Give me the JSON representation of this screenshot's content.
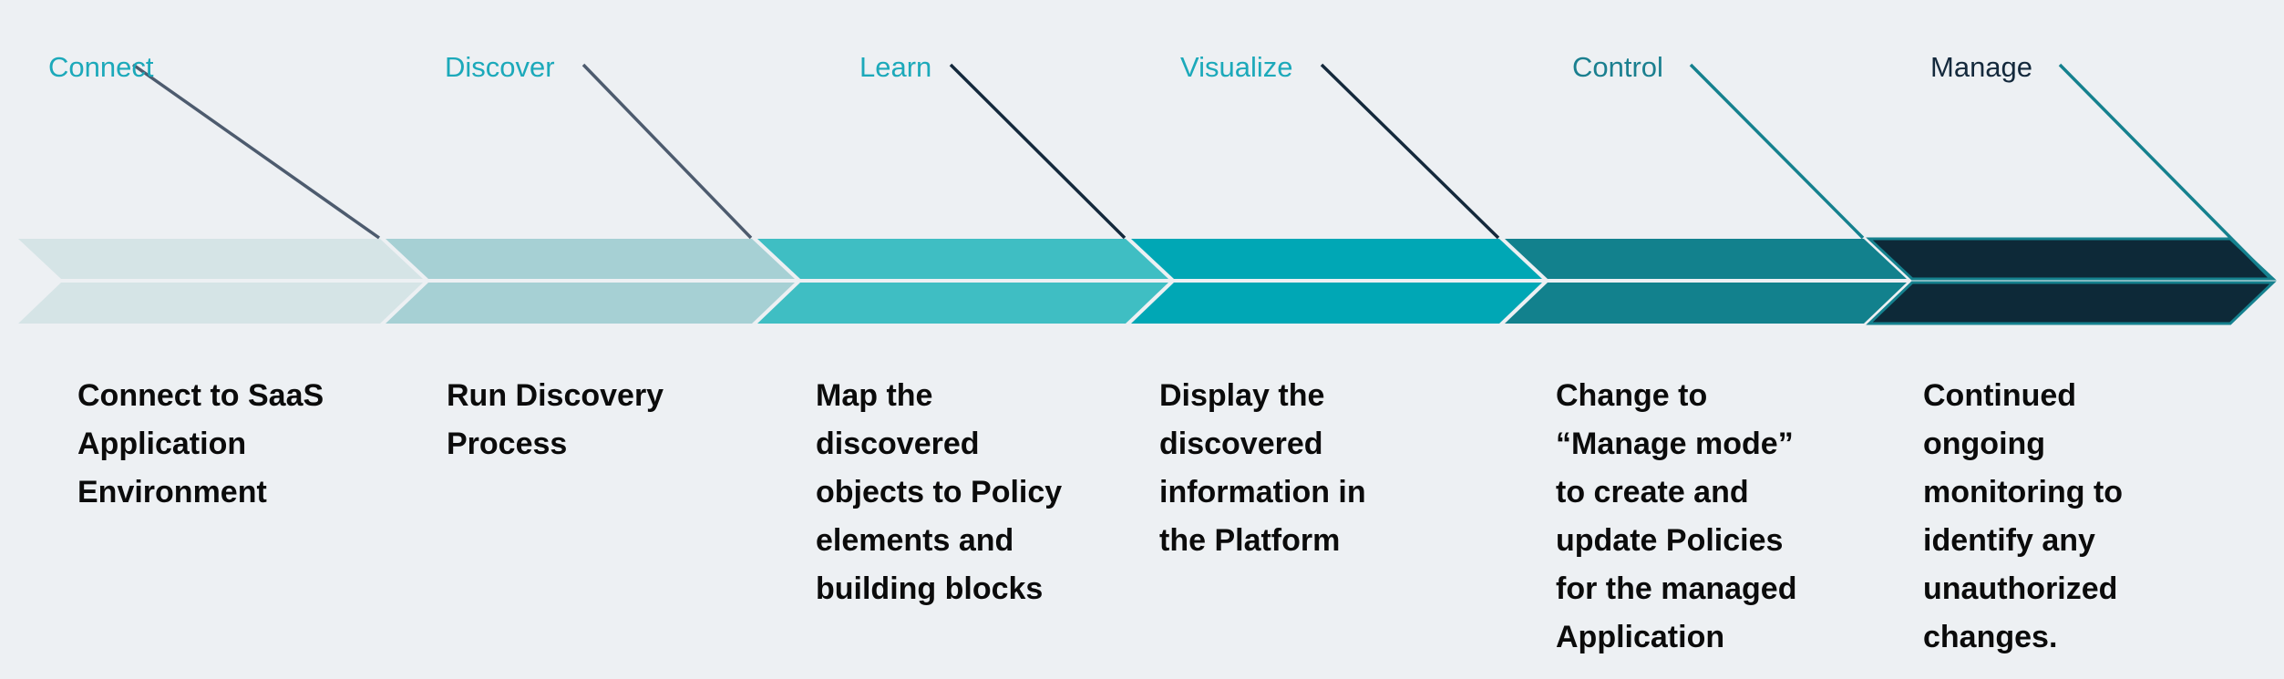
{
  "diagram_title": "SaaS application discovery-to-management process flow",
  "background_color": "#edf0f3",
  "band": {
    "separator_color": "#edf0f3"
  },
  "stages": [
    {
      "label": "Connect",
      "label_color": "#1ca9ba",
      "line_color": "#4d5b6e",
      "segment_color": "#d5e4e6",
      "description": "Connect to SaaS\nApplication\nEnvironment"
    },
    {
      "label": "Discover",
      "label_color": "#1ca9ba",
      "line_color": "#4d5b6e",
      "segment_color": "#a6d0d4",
      "description": "Run Discovery\nProcess"
    },
    {
      "label": "Learn",
      "label_color": "#1ca9ba",
      "line_color": "#14293c",
      "segment_color": "#3fbec3",
      "description": "Map the\ndiscovered\nobjects to Policy\nelements and\nbuilding blocks"
    },
    {
      "label": "Visualize",
      "label_color": "#1ca9ba",
      "line_color": "#14293c",
      "segment_color": "#00a7b5",
      "description": "Display the\ndiscovered\ninformation in\nthe Platform"
    },
    {
      "label": "Control",
      "label_color": "#1a7f8f",
      "line_color": "#15818e",
      "segment_color": "#12818d",
      "description": "Change to\n“Manage mode”\nto create and\nupdate Policies\nfor the managed\nApplication"
    },
    {
      "label": "Manage",
      "label_color": "#14293c",
      "line_color": "#15818e",
      "segment_color": "#0d2938",
      "segment_stroke": "#15818e",
      "description": "Continued\nongoing\nmonitoring to\nidentify any\nunauthorized\nchanges."
    }
  ]
}
